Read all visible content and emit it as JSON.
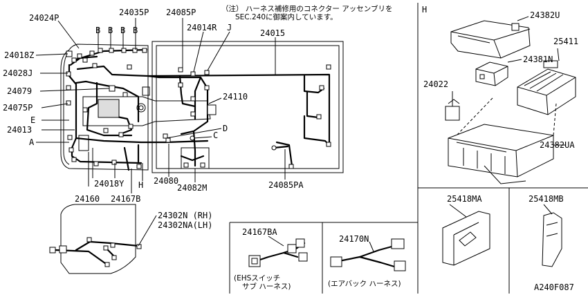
{
  "note": {
    "line1": "（注） ハーネス補修用のコネクター  アッセンブリを",
    "line2": "SEC.240に御案内しています。"
  },
  "labels": {
    "p24024P": "24024P",
    "p24035P": "24035P",
    "p24085P": "24085P",
    "p24014R": "24014R",
    "J": "J",
    "p24015": "24015",
    "p24018Z": "24018Z",
    "p24028J": "24028J",
    "p24079": "24079",
    "p24075P": "24075P",
    "E": "E",
    "p24013": "24013",
    "A": "A",
    "p24110": "24110",
    "D": "D",
    "C": "C",
    "B1": "B",
    "B2": "B",
    "B3": "B",
    "B4": "B",
    "p24018Y": "24018Y",
    "H_bottom": "H",
    "p24080": "24080",
    "p24082M": "24082M",
    "p24085PA": "24085PA",
    "p24160": "24160",
    "p24167B": "24167B",
    "p24302N": "24302N (RH)",
    "p24302NA": "24302NA(LH)",
    "p24167BA": "24167BA",
    "ehs_line1": "(EHSスイッチ",
    "ehs_line2": "サブ ハーネス)",
    "p24170N": "24170N",
    "airbag": "(エアバック ハーネス)",
    "H_panel": "H",
    "p24382U": "24382U",
    "p25411": "25411",
    "p24381N": "24381N",
    "p24022": "24022",
    "p24382UA": "24382UA",
    "p25418MA": "25418MA",
    "p25418MB": "25418MB",
    "figure_code": "A240F087"
  }
}
